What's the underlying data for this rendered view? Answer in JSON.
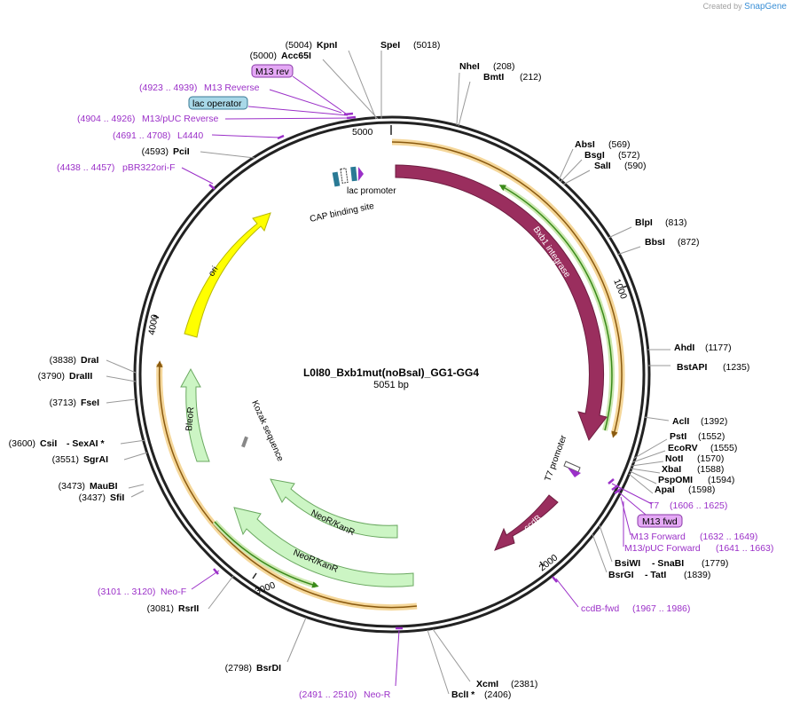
{
  "header": {
    "credit_prefix": "Created by",
    "credit_brand": "SnapGene"
  },
  "plasmid": {
    "name": "L0I80_Bxb1mut(noBsaI)_GG1-GG4",
    "length_label": "5051 bp",
    "length": 5051
  },
  "ticks": [
    "1000",
    "2000",
    "3000",
    "4000",
    "5000"
  ],
  "sites_left": [
    {
      "pos": "(3838)",
      "name": "DraI"
    },
    {
      "pos": "(3790)",
      "name": "DraIII"
    },
    {
      "pos": "(3713)",
      "name": "FseI"
    },
    {
      "pos": "(3600)",
      "name": "CsiI",
      "extra": "- SexAI *"
    },
    {
      "pos": "(3551)",
      "name": "SgrAI"
    },
    {
      "pos": "(3473)",
      "name": "MauBI"
    },
    {
      "pos": "(3437)",
      "name": "SfiI"
    },
    {
      "pos": "(3081)",
      "name": "RsrII"
    },
    {
      "pos": "(2798)",
      "name": "BsrDI"
    },
    {
      "pos": "(4593)",
      "name": "PciI"
    },
    {
      "pos": "(5000)",
      "name": "Acc65I"
    },
    {
      "pos": "(5004)",
      "name": "KpnI"
    }
  ],
  "sites_right": [
    {
      "name": "SpeI",
      "pos": "(5018)"
    },
    {
      "name": "NheI",
      "pos": "(208)"
    },
    {
      "name": "BmtI",
      "pos": "(212)"
    },
    {
      "name": "AbsI",
      "pos": "(569)"
    },
    {
      "name": "BsgI",
      "pos": "(572)"
    },
    {
      "name": "SalI",
      "pos": "(590)"
    },
    {
      "name": "BlpI",
      "pos": "(813)"
    },
    {
      "name": "BbsI",
      "pos": "(872)"
    },
    {
      "name": "AhdI",
      "pos": "(1177)"
    },
    {
      "name": "BstAPI",
      "pos": "(1235)"
    },
    {
      "name": "AclI",
      "pos": "(1392)"
    },
    {
      "name": "PstI",
      "pos": "(1552)"
    },
    {
      "name": "EcoRV",
      "pos": "(1555)"
    },
    {
      "name": "NotI",
      "pos": "(1570)"
    },
    {
      "name": "XbaI",
      "pos": "(1588)"
    },
    {
      "name": "PspOMI",
      "pos": "(1594)"
    },
    {
      "name": "ApaI",
      "pos": "(1598)"
    },
    {
      "name": "BsiWI",
      "extra": "- SnaBI",
      "pos": "(1779)"
    },
    {
      "name": "BsrGI",
      "extra": "- TatI",
      "pos": "(1839)"
    },
    {
      "name": "XcmI",
      "pos": "(2381)"
    },
    {
      "name": "BclI *",
      "pos": "(2406)"
    }
  ],
  "primers": [
    {
      "range": "(4923 .. 4939)",
      "name": "M13 Reverse"
    },
    {
      "range": "(4904 .. 4926)",
      "name": "M13/pUC Reverse"
    },
    {
      "range": "(4691 .. 4708)",
      "name": "L4440"
    },
    {
      "range": "(4438 .. 4457)",
      "name": "pBR322ori-F"
    },
    {
      "range": "(3101 .. 3120)",
      "name": "Neo-F"
    },
    {
      "range": "(2491 .. 2510)",
      "name": "Neo-R"
    },
    {
      "range": "(1967 .. 1986)",
      "name": "ccdB-fwd"
    },
    {
      "name": "T7",
      "range": "(1606 .. 1625)"
    },
    {
      "name": "M13 Forward",
      "range": "(1632 .. 1649)"
    },
    {
      "name": "M13/pUC Forward",
      "range": "(1641 .. 1663)"
    }
  ],
  "boxed_labels": {
    "m13_rev": "M13 rev",
    "lac_operator": "lac operator",
    "m13_fwd": "M13 fwd"
  },
  "features": {
    "bxb1": "Bxb1 integrase",
    "ccdb": "ccdB",
    "ori": "ori",
    "bleor": "BleoR",
    "neor1": "NeoR/KanR",
    "neor2": "NeoR/KanR",
    "lac_promoter": "lac promoter",
    "cap_site": "CAP binding site",
    "t7_promoter": "T7 promoter",
    "kozak": "Kozak sequence"
  },
  "colors": {
    "bxb1": "#9a2e5e",
    "ori": "#ffff00",
    "resistance": "#ccf5c4",
    "primer": "#9b30c8",
    "orange": "#e8a43a",
    "green_strand": "#3a8a1a"
  }
}
